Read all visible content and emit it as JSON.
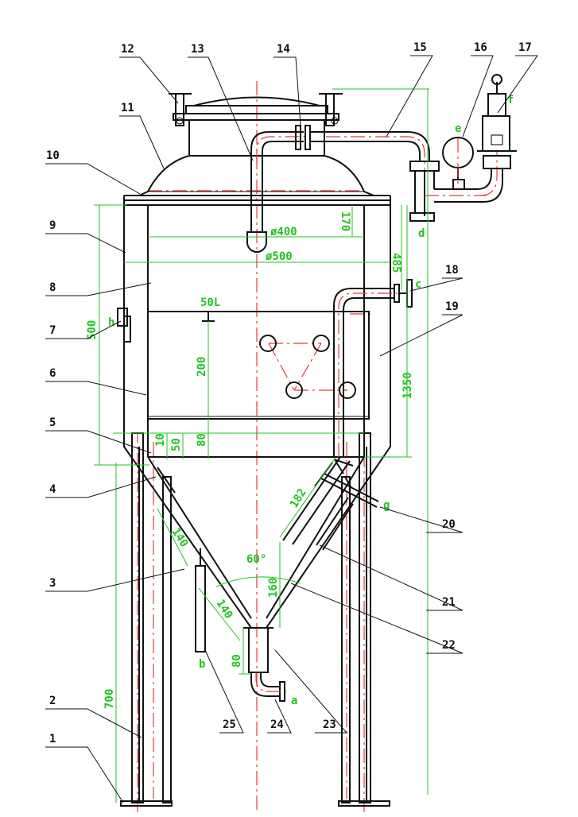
{
  "callouts": {
    "c1": "1",
    "c2": "2",
    "c3": "3",
    "c4": "4",
    "c5": "5",
    "c6": "6",
    "c7": "7",
    "c8": "8",
    "c9": "9",
    "c10": "10",
    "c11": "11",
    "c12": "12",
    "c13": "13",
    "c14": "14",
    "c15": "15",
    "c16": "16",
    "c17": "17",
    "c18": "18",
    "c19": "19",
    "c20": "20",
    "c21": "21",
    "c22": "22",
    "c23": "23",
    "c24": "24",
    "c25": "25"
  },
  "dimensions": {
    "d400": "ø400",
    "d500": "ø500",
    "h170": "170",
    "h485": "485",
    "h500": "500",
    "lvl50l": "50L",
    "h200": "200",
    "h1350": "1350",
    "h10": "10",
    "h50": "50",
    "h80a": "80",
    "h182": "182",
    "h140a": "140",
    "a60": "60°",
    "h160": "160",
    "h140b": "140",
    "h80b": "80",
    "h700": "700"
  },
  "ports": {
    "a": "a",
    "b": "b",
    "c": "c",
    "d": "d",
    "e": "e",
    "f": "f",
    "g": "g",
    "h": "h"
  },
  "colors": {
    "outline": "#111111",
    "centerline": "#e23b3b",
    "dimension": "#21c421"
  }
}
